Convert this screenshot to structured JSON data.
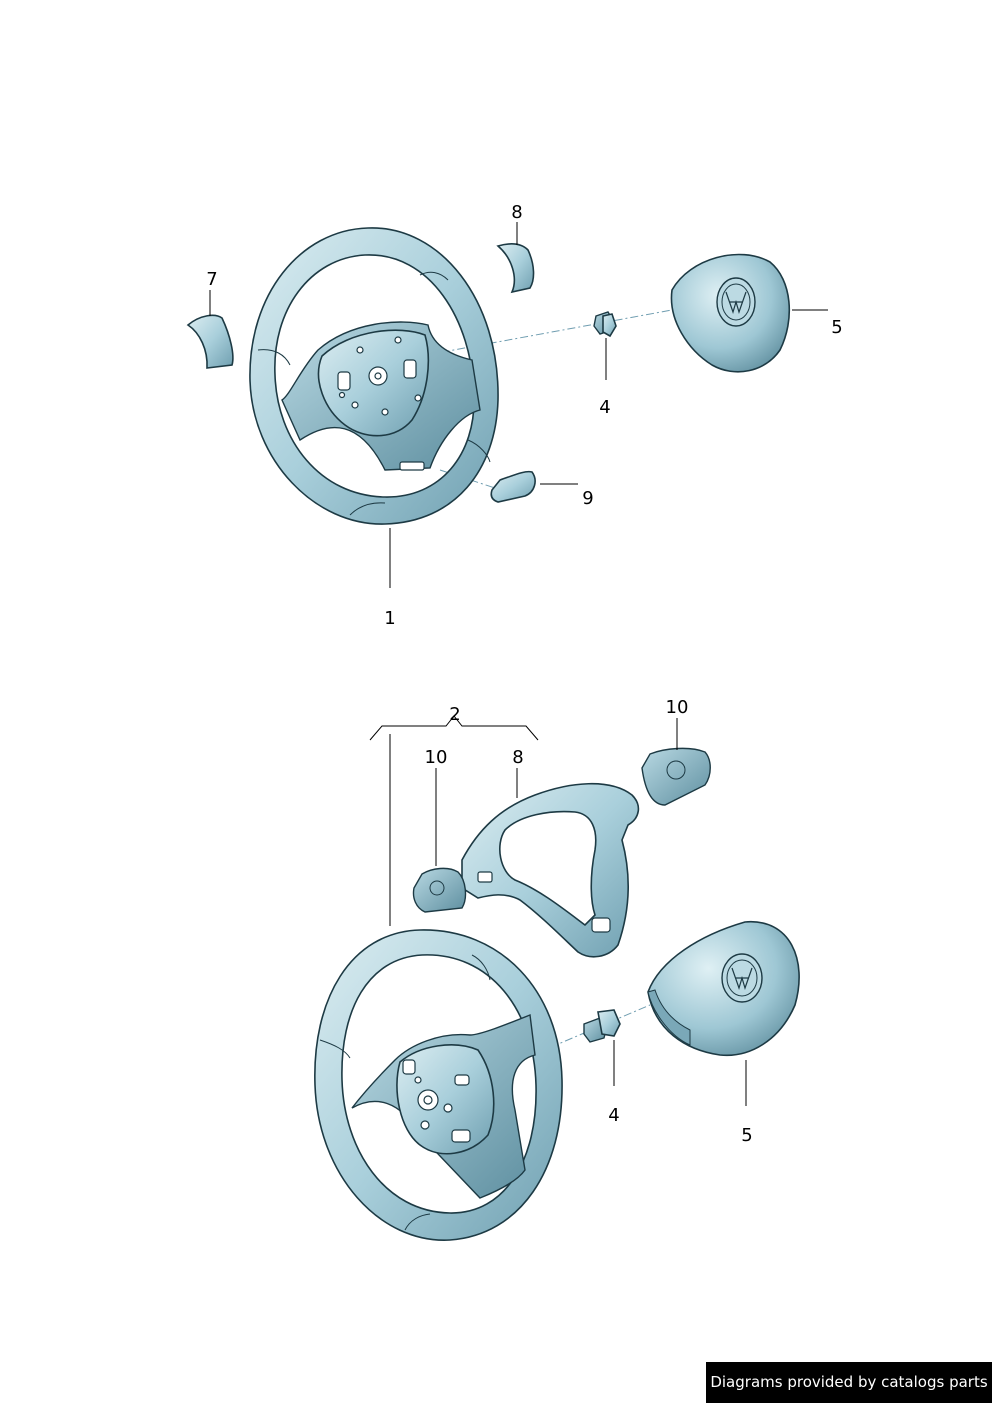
{
  "callouts": {
    "top": {
      "c1": "1",
      "c4": "4",
      "c5": "5",
      "c7": "7",
      "c8": "8",
      "c9": "9"
    },
    "bottom": {
      "c2": "2",
      "c4": "4",
      "c5": "5",
      "c8": "8",
      "c10a": "10",
      "c10b": "10"
    }
  },
  "credit": "Diagrams provided by catalogs parts",
  "colors": {
    "part_light": "#cfe6ec",
    "part_mid": "#8fbccb",
    "outline": "#1d3a44"
  }
}
